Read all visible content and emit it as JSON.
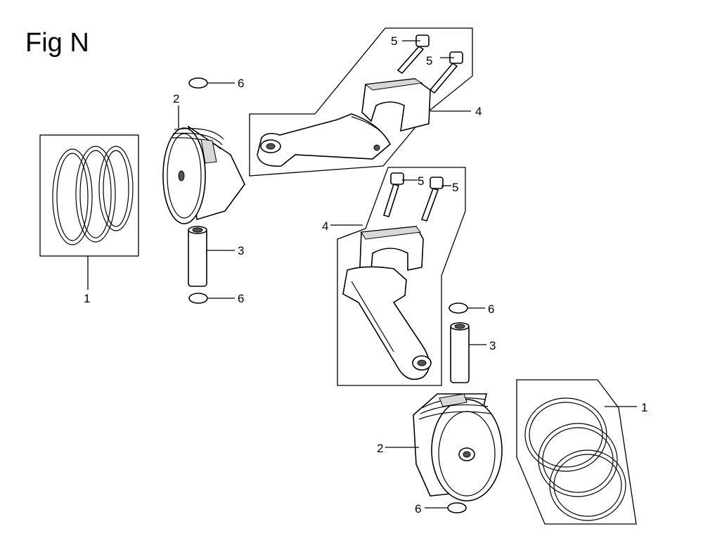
{
  "figure": {
    "title": "Fig N"
  },
  "callouts": {
    "ring_set": "1",
    "piston": "2",
    "piston_pin": "3",
    "connecting_rod": "4",
    "bolt": "5",
    "pin_clip": "6"
  }
}
